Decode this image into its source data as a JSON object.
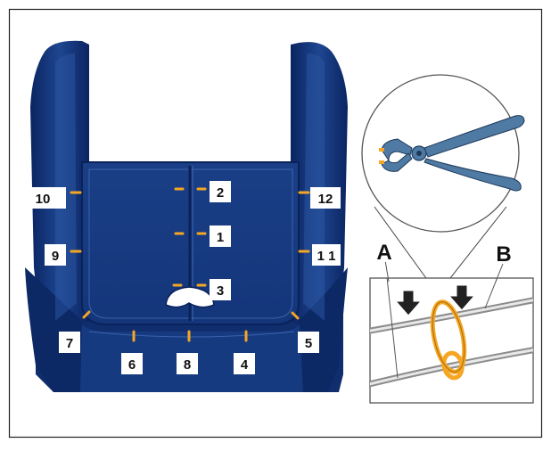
{
  "colors": {
    "seat_dark": "#0d2a66",
    "seat_mid": "#1a3f86",
    "seat_light": "#2f5aa6",
    "seat_highlight": "#4a72bb",
    "clip_orange": "#f5a623",
    "pliers_blue": "#4f7aa3",
    "frame": "#222222"
  },
  "markers": [
    {
      "id": "1",
      "label": "1"
    },
    {
      "id": "2",
      "label": "2"
    },
    {
      "id": "3",
      "label": "3"
    },
    {
      "id": "4",
      "label": "4"
    },
    {
      "id": "5",
      "label": "5"
    },
    {
      "id": "6",
      "label": "6"
    },
    {
      "id": "7",
      "label": "7"
    },
    {
      "id": "8",
      "label": "8"
    },
    {
      "id": "9",
      "label": "9"
    },
    {
      "id": "10",
      "label": "10"
    },
    {
      "id": "11",
      "label": "1 1"
    },
    {
      "id": "12",
      "label": "12"
    }
  ],
  "detail": {
    "label_a": "A",
    "label_b": "B",
    "icons": [
      "pliers-icon",
      "press-arrow-icon",
      "ring-clip-icon"
    ]
  }
}
